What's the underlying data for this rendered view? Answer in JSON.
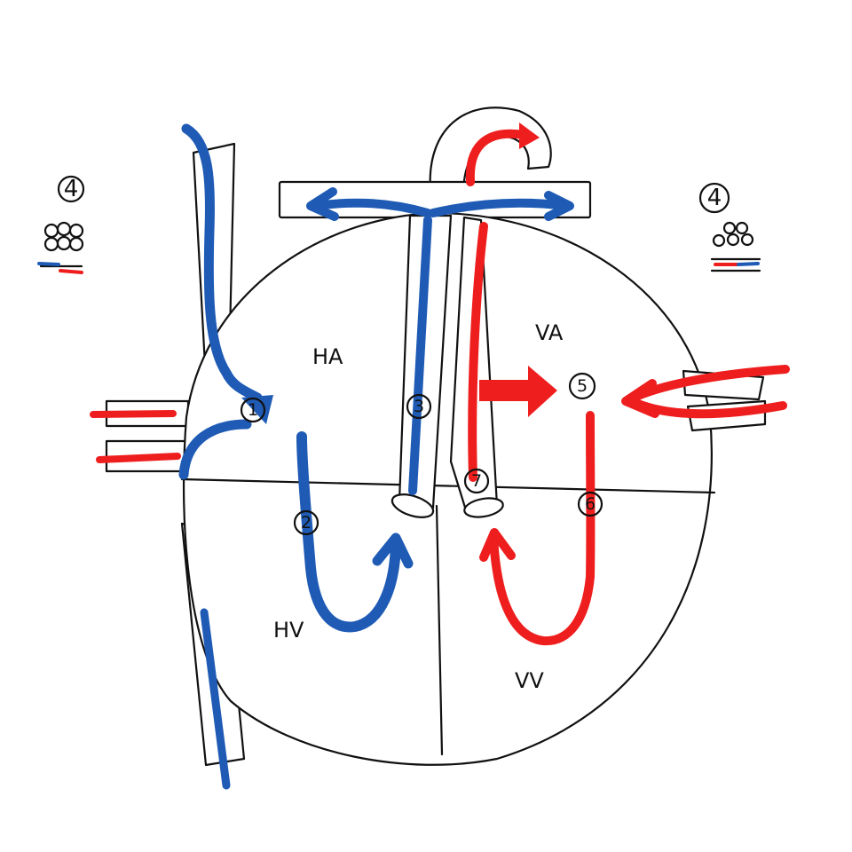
{
  "chambers": {
    "right_atrium": "HA",
    "left_atrium": "VA",
    "right_ventricle": "HV",
    "left_ventricle": "VV"
  },
  "markers": {
    "m1": "1",
    "m2": "2",
    "m3": "3",
    "m4_left": "4",
    "m4_right": "4",
    "m5": "5",
    "m6": "6",
    "m7": "7"
  },
  "colors": {
    "deoxygenated": "#1f5bb5",
    "oxygenated": "#ef1e1e",
    "outline": "#111111"
  }
}
